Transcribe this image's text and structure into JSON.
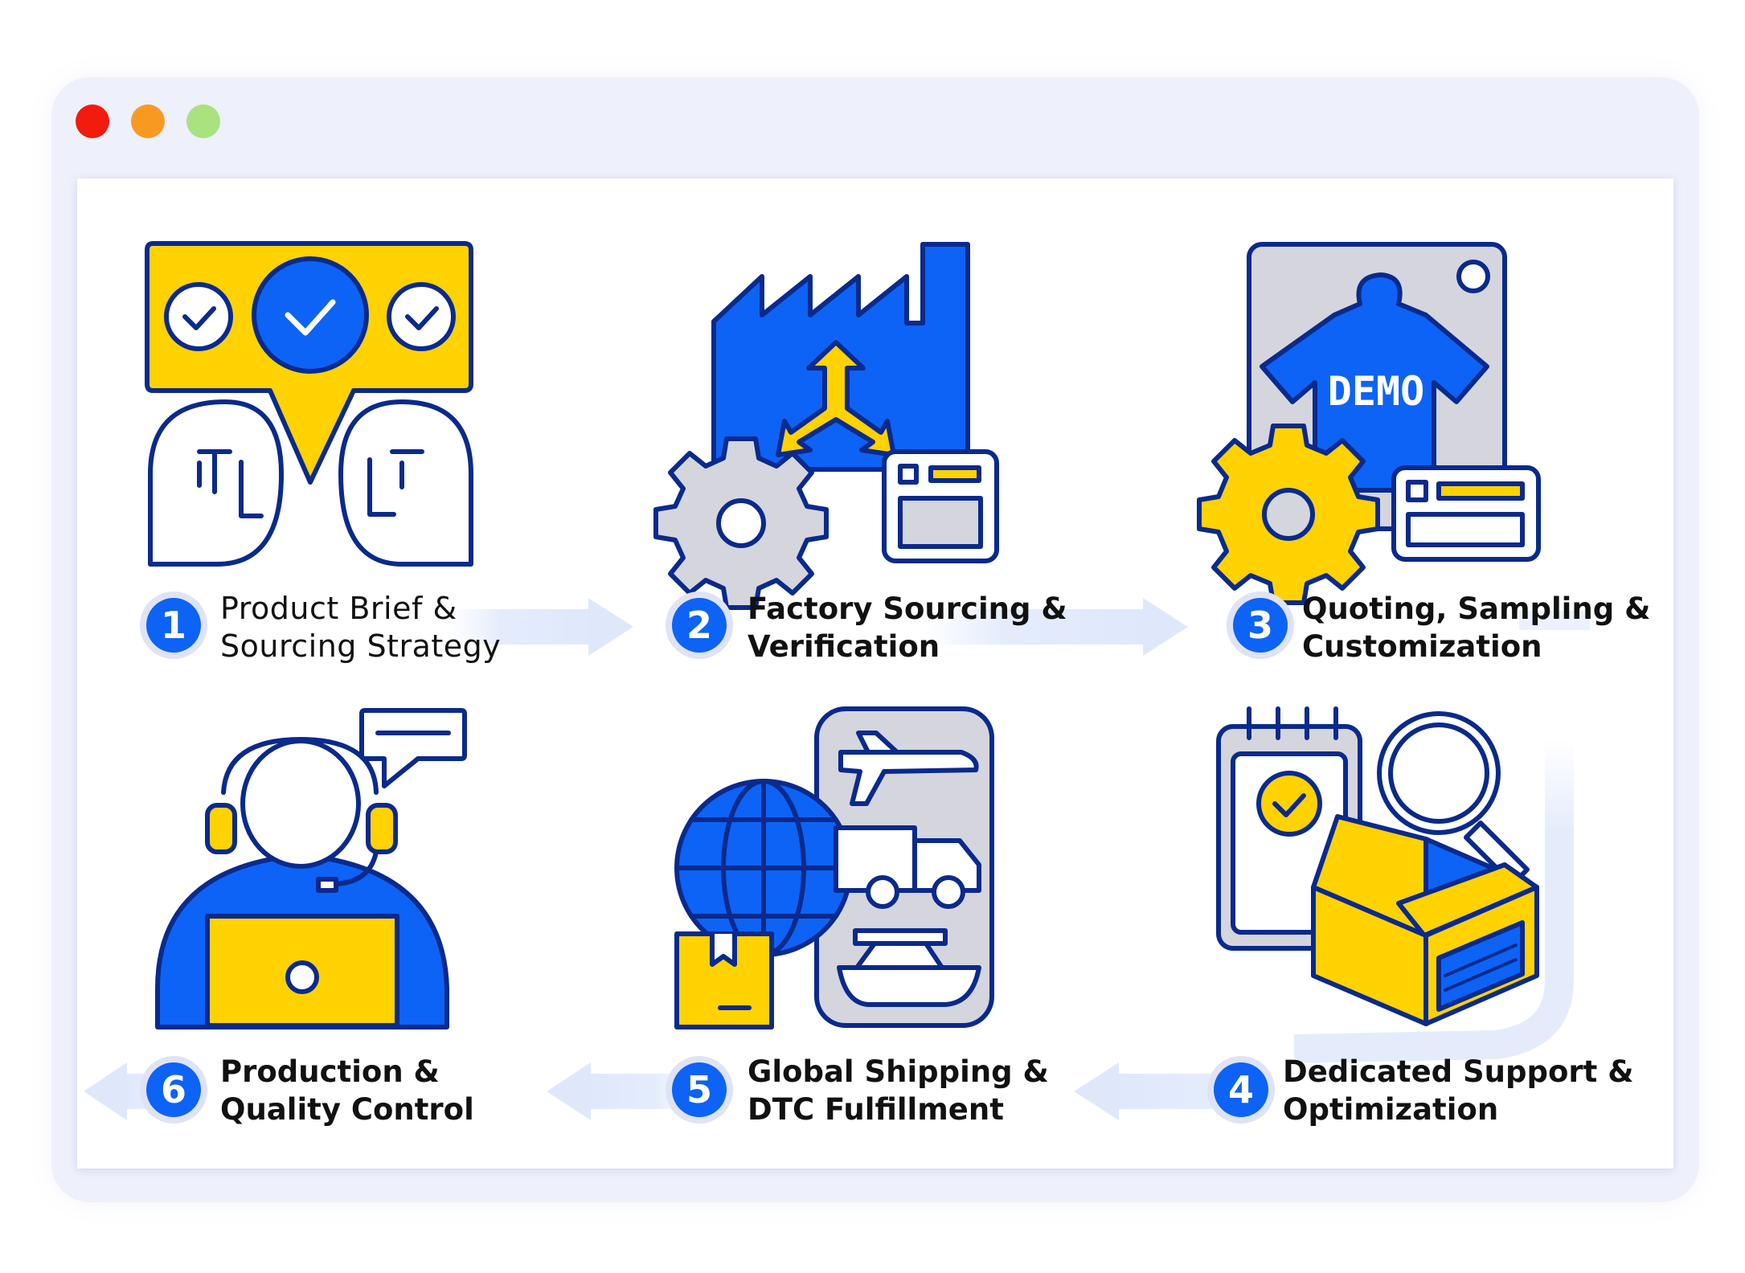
{
  "window": {
    "controls": [
      {
        "name": "close",
        "color": "#f31a0e"
      },
      {
        "name": "minimize",
        "color": "#f89a22"
      },
      {
        "name": "zoom",
        "color": "#a9e27e"
      }
    ]
  },
  "palette": {
    "blue": "#0d63f5",
    "navy": "#0a2a8c",
    "yellow": "#ffd200",
    "gray": "#d5d5de",
    "arrow": "#e3ecfc"
  },
  "steps": [
    {
      "number": "1",
      "line1": "Product Brief &",
      "line2": "Sourcing Strategy",
      "icon": "consultation-icon"
    },
    {
      "number": "2",
      "line1": "Factory Sourcing &",
      "line2": "Verification",
      "icon": "factory-icon"
    },
    {
      "number": "3",
      "line1": "Quoting, Sampling &",
      "line2": "Customization",
      "icon": "tshirt-sample-icon",
      "icon_text": "DEMO"
    },
    {
      "number": "4",
      "line1": "Dedicated Support &",
      "line2": "Optimization",
      "icon": "box-inspection-icon"
    },
    {
      "number": "5",
      "line1": "Global Shipping &",
      "line2": "DTC Fulfillment",
      "icon": "global-shipping-icon"
    },
    {
      "number": "6",
      "line1": "Production &",
      "line2": "Quality Control",
      "icon": "support-agent-icon"
    }
  ]
}
